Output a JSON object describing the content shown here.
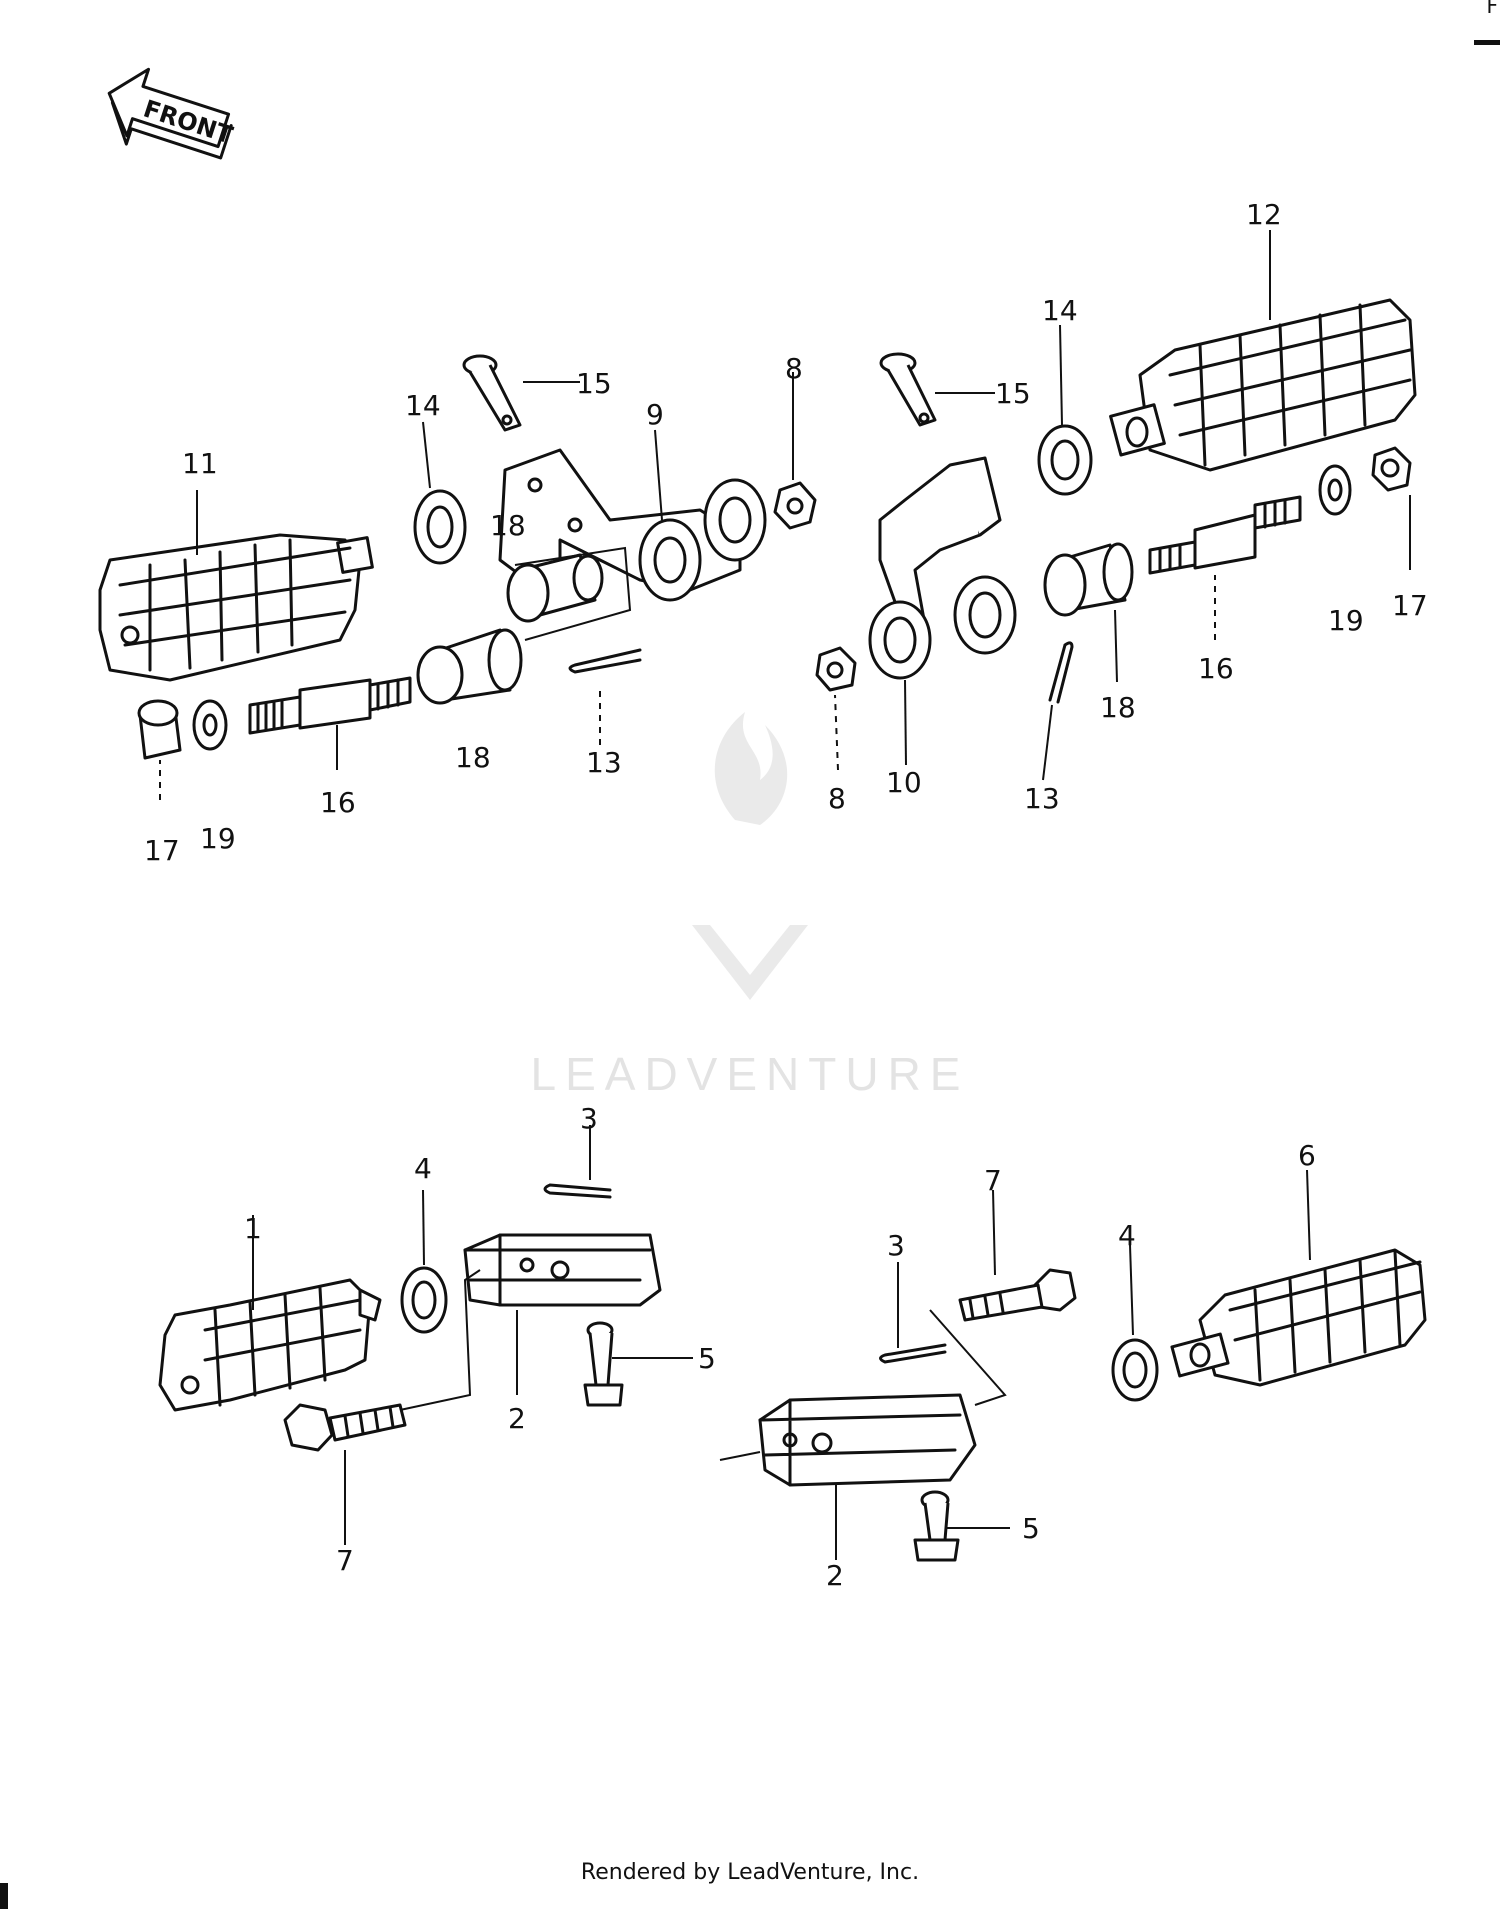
{
  "direction_arrow": {
    "label": "FRONT",
    "icon": "front-arrow-icon"
  },
  "watermark": {
    "text": "LEADVENTURE",
    "icon": "leadventure-flame-logo"
  },
  "footer": {
    "text": "Rendered by LeadVenture, Inc."
  },
  "corner_mark": {
    "text": "F"
  },
  "callouts": {
    "c1": "1",
    "c2a": "2",
    "c2b": "2",
    "c3a": "3",
    "c3b": "3",
    "c4a": "4",
    "c4b": "4",
    "c5a": "5",
    "c5b": "5",
    "c6": "6",
    "c7a": "7",
    "c7b": "7",
    "c8a": "8",
    "c8b": "8",
    "c9": "9",
    "c10": "10",
    "c11": "11",
    "c12": "12",
    "c13a": "13",
    "c13b": "13",
    "c14a": "14",
    "c14b": "14",
    "c15a": "15",
    "c15b": "15",
    "c16a": "16",
    "c16b": "16",
    "c17a": "17",
    "c17b": "17",
    "c18a": "18",
    "c18b": "18",
    "c18c": "18",
    "c19a": "19",
    "c19b": "19"
  }
}
